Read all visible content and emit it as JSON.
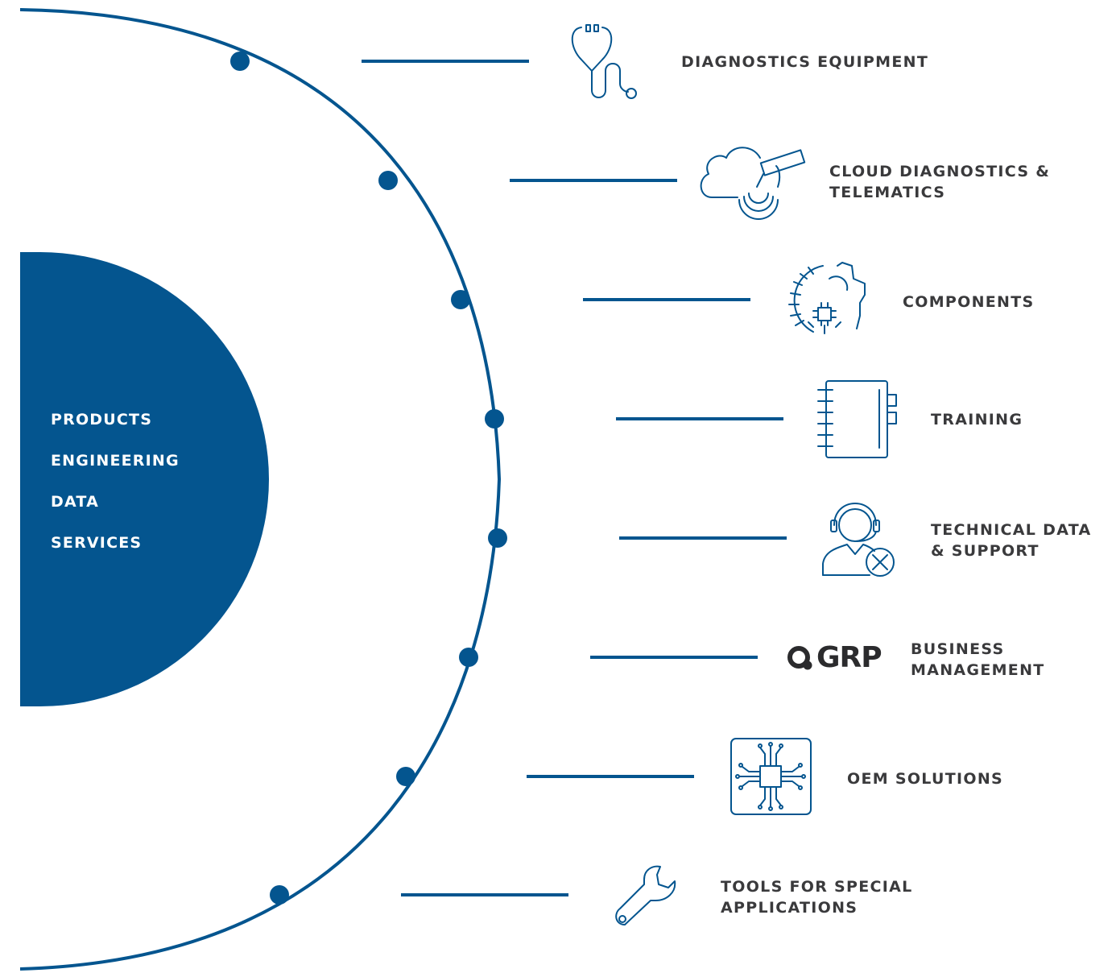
{
  "core": {
    "labels": [
      "PRODUCTS",
      "ENGINEERING",
      "DATA",
      "SERVICES"
    ]
  },
  "items": [
    {
      "lines": [
        "DIAGNOSTICS EQUIPMENT"
      ],
      "icon": "stethoscope-icon"
    },
    {
      "lines": [
        "CLOUD DIAGNOSTICS &",
        "TELEMATICS"
      ],
      "icon": "cloud-diagnostics-icon"
    },
    {
      "lines": [
        "COMPONENTS"
      ],
      "icon": "gear-chip-icon"
    },
    {
      "lines": [
        "TRAINING"
      ],
      "icon": "notebook-icon"
    },
    {
      "lines": [
        "TECHNICAL DATA",
        "& SUPPORT"
      ],
      "icon": "support-agent-icon"
    },
    {
      "lines": [
        "BUSINESS",
        "MANAGEMENT"
      ],
      "icon": "grp-logo",
      "logo_text": "GRP"
    },
    {
      "lines": [
        "OEM SOLUTIONS"
      ],
      "icon": "circuit-chip-icon"
    },
    {
      "lines": [
        "TOOLS FOR SPECIAL",
        "APPLICATIONS"
      ],
      "icon": "wrench-icon"
    }
  ],
  "colors": {
    "primary": "#04558f",
    "text": "#3a3a3c",
    "background": "#ffffff"
  }
}
